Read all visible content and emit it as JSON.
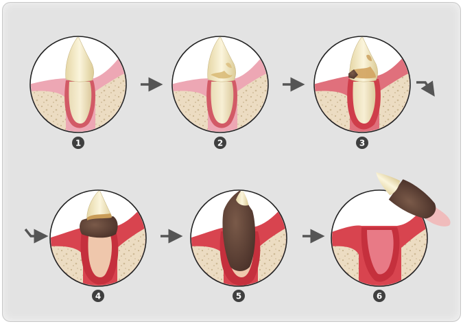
{
  "steps": [
    {
      "number": "1"
    },
    {
      "number": "2"
    },
    {
      "number": "3"
    },
    {
      "number": "4"
    },
    {
      "number": "5"
    },
    {
      "number": "6"
    }
  ],
  "colors": {
    "panel": "#e3e3e3",
    "gum": "#eda7b4",
    "gum_inflamed": "#d8444f",
    "bone": "#ecdcc2",
    "enamel": "#f4ebc6",
    "decay": "#5c3f33",
    "badge": "#3f3f3f"
  }
}
